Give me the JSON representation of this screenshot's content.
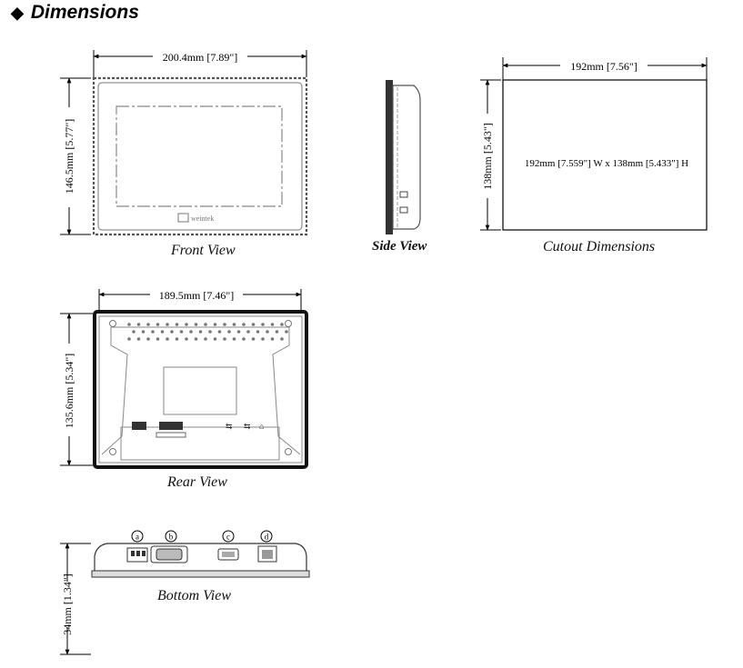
{
  "title": "Dimensions",
  "views": {
    "front": {
      "caption": "Front View",
      "width": "200.4mm [7.89\"]",
      "height": "146.5mm [5.77\"]",
      "logo": "weintek"
    },
    "side": {
      "caption": "Side View"
    },
    "cutout": {
      "caption": "Cutout Dimensions",
      "width": "192mm [7.56\"]",
      "height": "138mm [5.43\"]",
      "spec": "192mm [7.559\"] W x 138mm [5.433\"] H"
    },
    "rear": {
      "caption": "Rear View",
      "width": "189.5mm [7.46\"]",
      "height": "135.6mm [5.34\"]"
    },
    "bottom": {
      "caption": "Bottom View",
      "depth": "34mm [1.34\"]",
      "ports": [
        "a",
        "b",
        "c",
        "d"
      ]
    }
  },
  "icons": [
    "diamond-bullet",
    "usb-icon",
    "ethernet-icon",
    "power-terminal-icon",
    "serial-port-icon"
  ]
}
